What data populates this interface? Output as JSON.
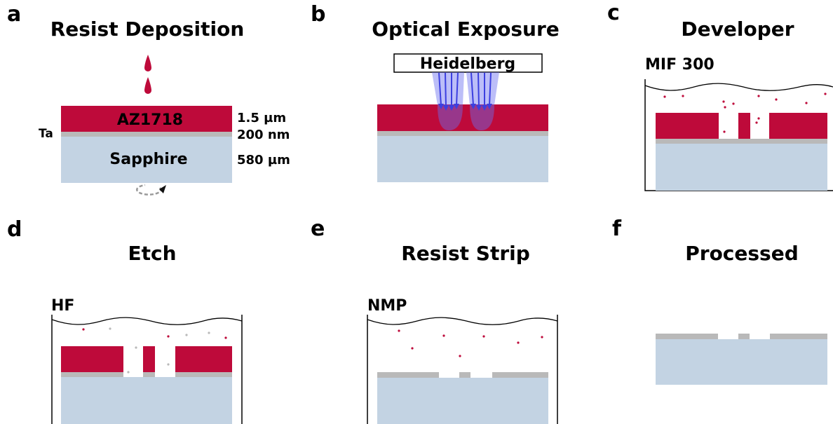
{
  "colors": {
    "resist": "#be0a3a",
    "tantalum": "#b9b9b9",
    "sapphire": "#c3d3e3",
    "beam": "#3b3fe0",
    "particle": "#be0a3a"
  },
  "panels": [
    {
      "letter": "a",
      "title": "Resist Deposition"
    },
    {
      "letter": "b",
      "title": "Optical Exposure"
    },
    {
      "letter": "c",
      "title": "Developer"
    },
    {
      "letter": "d",
      "title": "Etch"
    },
    {
      "letter": "e",
      "title": "Resist Strip"
    },
    {
      "letter": "f",
      "title": "Processed"
    }
  ],
  "deposition": {
    "resist_name": "AZ1718",
    "metal_name": "Ta",
    "substrate_name": "Sapphire",
    "resist_thickness": "1.5  µm",
    "metal_thickness": "200 nm",
    "substrate_thickness": "580 µm"
  },
  "exposure": {
    "tool": "Heidelberg"
  },
  "developer": {
    "chemical": "MIF 300"
  },
  "etch": {
    "chemical": "HF"
  },
  "strip": {
    "chemical": "NMP"
  }
}
